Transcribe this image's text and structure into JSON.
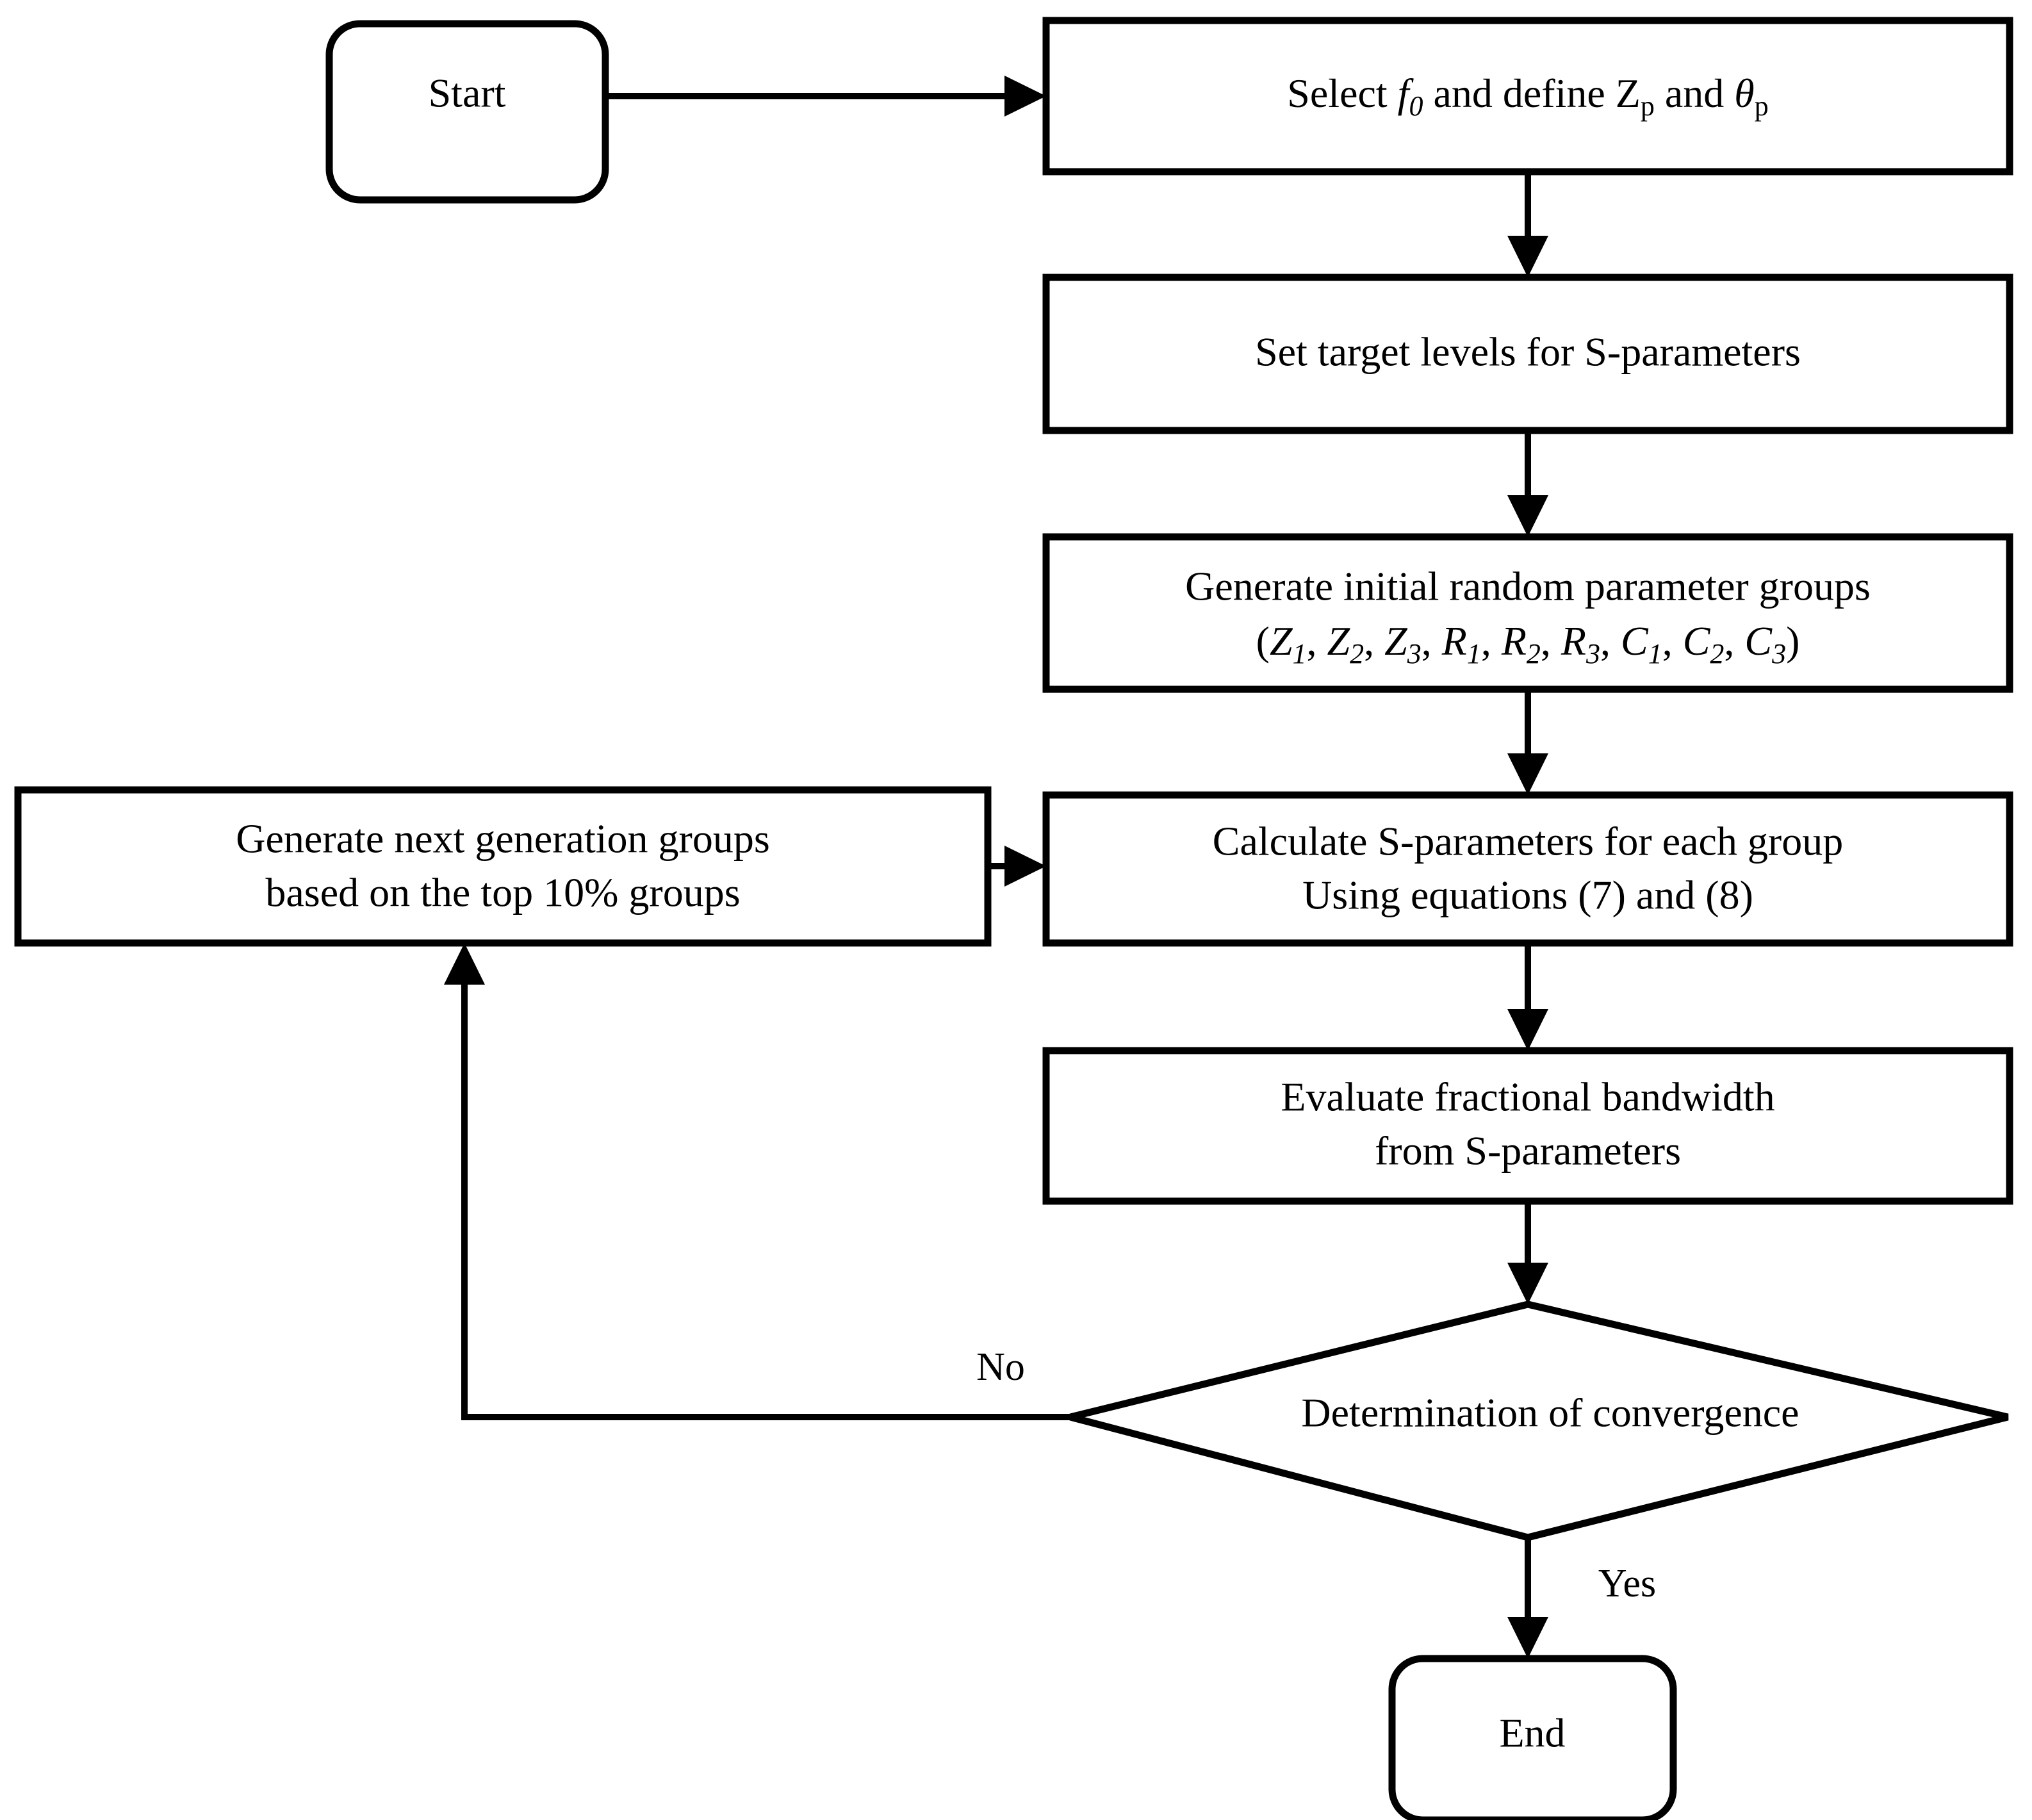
{
  "diagram": {
    "title": "Optimization algorithm flowchart",
    "type": "flowchart",
    "background_color": "#ffffff",
    "line_color": "#000000",
    "text_color": "#000000",
    "nodes": {
      "start": {
        "shape": "terminator",
        "label": "Start"
      },
      "select_f0": {
        "shape": "process",
        "label_prefix": "Select ",
        "label_f": "f",
        "label_f_sub": "0",
        "label_mid": " and define Z",
        "label_z_sub": "p",
        "label_and": " and ",
        "label_theta": "θ",
        "label_theta_sub": "p",
        "label_plain": "Select f0 and define Zp and θp"
      },
      "set_targets": {
        "shape": "process",
        "label": "Set target levels for S-parameters"
      },
      "generate_initial": {
        "shape": "process",
        "line1": "Generate initial random parameter groups",
        "line2_open": "(",
        "line2_vars": [
          {
            "sym": "Z",
            "sub": "1"
          },
          {
            "sym": "Z",
            "sub": "2"
          },
          {
            "sym": "Z",
            "sub": "3"
          },
          {
            "sym": "R",
            "sub": "1"
          },
          {
            "sym": "R",
            "sub": "2"
          },
          {
            "sym": "R",
            "sub": "3"
          },
          {
            "sym": "C",
            "sub": "1"
          },
          {
            "sym": "C",
            "sub": "2"
          },
          {
            "sym": "C",
            "sub": "3"
          }
        ],
        "line2_close": ")",
        "line2_plain": "(Z1, Z2, Z3, R1, R2, R3, C1, C2, C3)"
      },
      "next_generation": {
        "shape": "process",
        "line1": "Generate next generation groups",
        "line2": "based on the top 10% groups"
      },
      "calculate_s": {
        "shape": "process",
        "line1": "Calculate S-parameters for each group",
        "line2": "Using equations (7) and (8)"
      },
      "evaluate_bw": {
        "shape": "process",
        "line1": "Evaluate fractional bandwidth",
        "line2": "from S-parameters"
      },
      "convergence": {
        "shape": "decision",
        "label": "Determination of convergence"
      },
      "end": {
        "shape": "terminator",
        "label": "End"
      }
    },
    "edge_labels": {
      "no": "No",
      "yes": "Yes"
    }
  }
}
